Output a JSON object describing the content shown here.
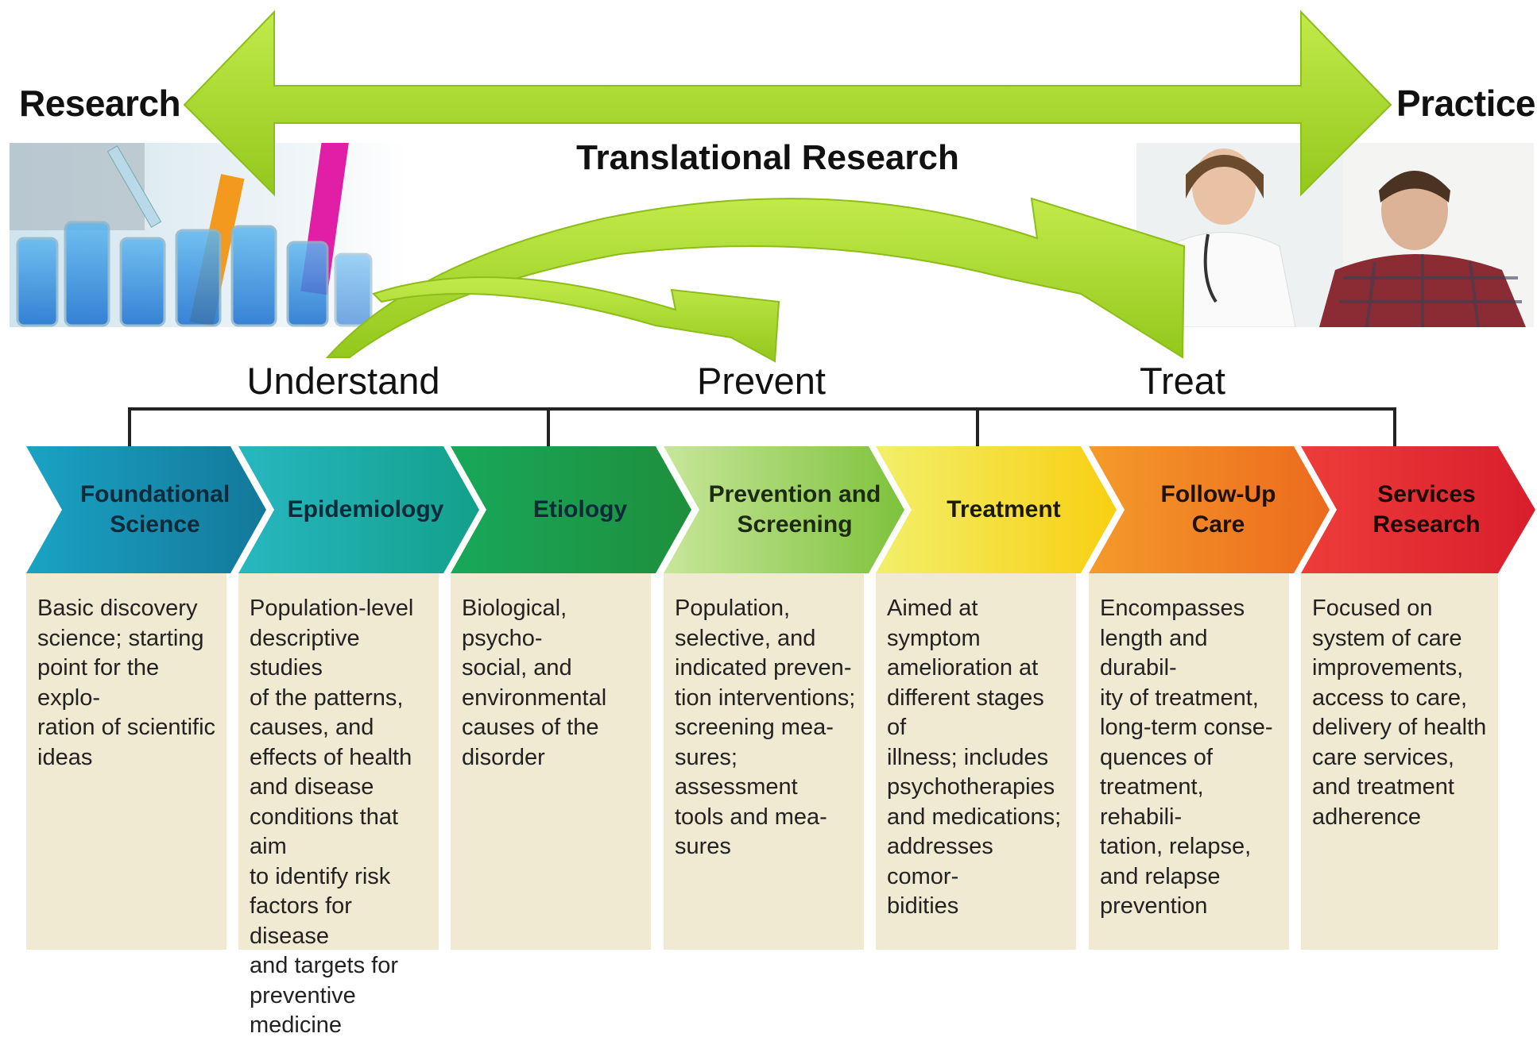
{
  "header": {
    "left_label": "Research",
    "right_label": "Practice",
    "title": "Translational Research"
  },
  "stages": [
    "Understand",
    "Prevent",
    "Treat"
  ],
  "columns": [
    {
      "title_lines": [
        "Foundational",
        "Science"
      ],
      "text_color": "#0d2a3a",
      "description_lines": [
        "Basic discovery",
        "science; starting",
        "point for the explo-",
        "ration of scientific",
        "ideas"
      ]
    },
    {
      "title_lines": [
        "Epidemiology"
      ],
      "text_color": "#0d2a3a",
      "description_lines": [
        "Population-level",
        "descriptive studies",
        "of the patterns,",
        "causes, and",
        "effects of health",
        "and disease",
        "conditions that aim",
        "to identify risk",
        "factors for disease",
        "and targets for",
        "preventive",
        "medicine"
      ]
    },
    {
      "title_lines": [
        "Etiology"
      ],
      "text_color": "#0d2a3a",
      "description_lines": [
        "Biological, psycho-",
        "social, and",
        "environmental",
        "causes of the",
        "disorder"
      ]
    },
    {
      "title_lines": [
        "Prevention and",
        "Screening"
      ],
      "text_color": "#1b2a10",
      "description_lines": [
        "Population,",
        "selective, and",
        "indicated preven-",
        "tion interventions;",
        "screening mea-",
        "sures; assessment",
        "tools and mea-",
        "sures"
      ]
    },
    {
      "title_lines": [
        "Treatment"
      ],
      "text_color": "#1c1a05",
      "description_lines": [
        "Aimed at symptom",
        "amelioration at",
        "different stages of",
        "illness; includes",
        "psychotherapies",
        "and medications;",
        "addresses comor-",
        "bidities"
      ]
    },
    {
      "title_lines": [
        "Follow-Up",
        "Care"
      ],
      "text_color": "#1e1205",
      "description_lines": [
        "Encompasses",
        "length and durabil-",
        "ity of treatment,",
        "long-term conse-",
        "quences of",
        "treatment, rehabili-",
        "tation, relapse,",
        "and relapse",
        "prevention"
      ]
    },
    {
      "title_lines": [
        "Services",
        "Research"
      ],
      "text_color": "#1c0505",
      "description_lines": [
        "Focused on",
        "system of care",
        "improvements,",
        "access to care,",
        "delivery of health",
        "care services,",
        "and treatment",
        "adherence"
      ]
    }
  ],
  "colors": {
    "arrow_green": "#a6d92a",
    "card_bg": "#f1ead2",
    "chevrons": [
      "#1b8fb0",
      "#19a89b",
      "#20a24e",
      "#9fd05a",
      "#f6d923",
      "#f07a22",
      "#e4222c"
    ]
  },
  "icons": {
    "lab_photo": "test-tubes-photo",
    "clinic_photo": "doctor-patient-photo"
  }
}
